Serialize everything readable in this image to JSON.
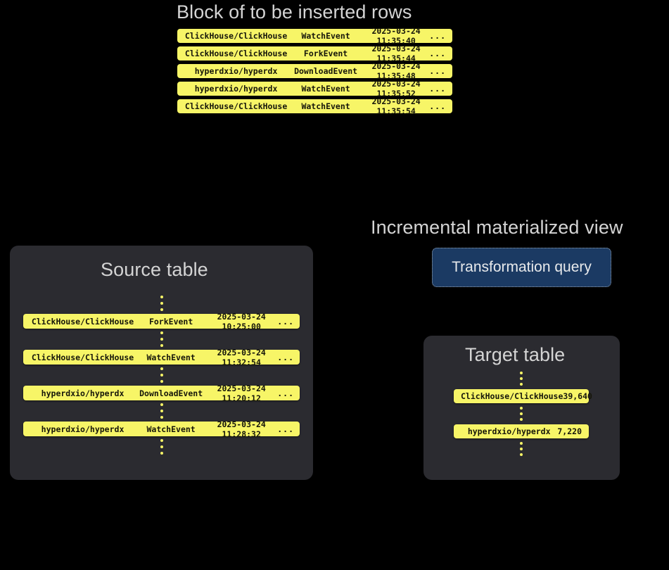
{
  "block": {
    "title": "Block of to be inserted rows",
    "rows": [
      {
        "repo": "ClickHouse/ClickHouse",
        "event": "WatchEvent",
        "time": "2025-03-24 11:35:40",
        "more": "..."
      },
      {
        "repo": "ClickHouse/ClickHouse",
        "event": "ForkEvent",
        "time": "2025-03-24 11:35:44",
        "more": "..."
      },
      {
        "repo": "hyperdxio/hyperdx",
        "event": "DownloadEvent",
        "time": "2025-03-24 11:35:48",
        "more": "..."
      },
      {
        "repo": "hyperdxio/hyperdx",
        "event": "WatchEvent",
        "time": "2025-03-24 11:35:52",
        "more": "..."
      },
      {
        "repo": "ClickHouse/ClickHouse",
        "event": "WatchEvent",
        "time": "2025-03-24 11:35:54",
        "more": "..."
      }
    ]
  },
  "source_table": {
    "title": "Source table",
    "rows": [
      {
        "repo": "ClickHouse/ClickHouse",
        "event": "ForkEvent",
        "time": "2025-03-24 10:25:00",
        "more": "..."
      },
      {
        "repo": "ClickHouse/ClickHouse",
        "event": "WatchEvent",
        "time": "2025-03-24 11:32:54",
        "more": "..."
      },
      {
        "repo": "hyperdxio/hyperdx",
        "event": "DownloadEvent",
        "time": "2025-03-24 11:20:12",
        "more": "..."
      },
      {
        "repo": "hyperdxio/hyperdx",
        "event": "WatchEvent",
        "time": "2025-03-24 11:28:32",
        "more": "..."
      }
    ]
  },
  "materialized_view": {
    "title": "Incremental materialized view",
    "query_label": "Transformation query"
  },
  "target_table": {
    "title": "Target table",
    "rows": [
      {
        "repo": "ClickHouse/ClickHouse",
        "value": "39,640"
      },
      {
        "repo": "hyperdxio/hyperdx",
        "value": "7,220"
      }
    ]
  },
  "colors": {
    "background": "#000000",
    "panel": "#2b2b30",
    "row_yellow": "#f7f567",
    "row_text": "#16160a",
    "heading_text": "#d4d4d4",
    "query_box_fill": "#1b3a63",
    "query_box_border": "#9aa7b4"
  }
}
